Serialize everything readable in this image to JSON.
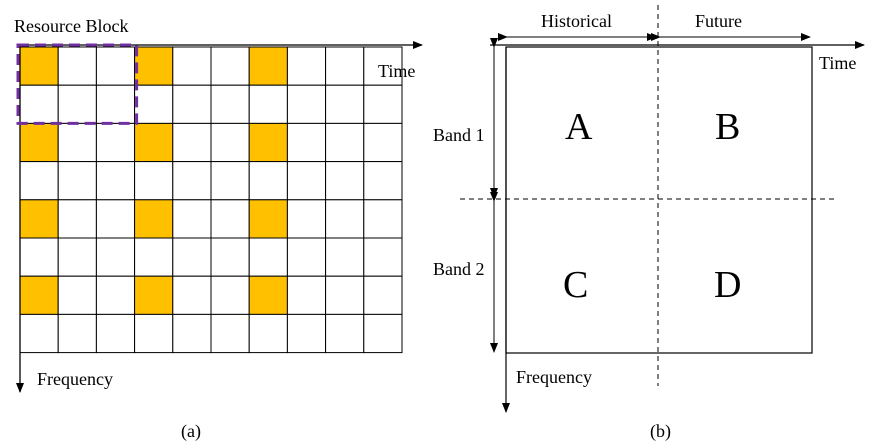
{
  "panel_a": {
    "title": "Resource Block",
    "time_label": "Time",
    "frequency_label": "Frequency",
    "caption": "(a)",
    "grid": {
      "rows": 8,
      "cols": 10
    },
    "pilot_rows": [
      0,
      2,
      4,
      6
    ],
    "pilot_cols": [
      0,
      3,
      6
    ],
    "resource_block": {
      "rows": 2,
      "cols": 3
    }
  },
  "panel_b": {
    "historical_label": "Historical",
    "future_label": "Future",
    "time_label": "Time",
    "frequency_label": "Frequency",
    "band1_label": "Band 1",
    "band2_label": "Band 2",
    "quadrants": {
      "a": "A",
      "b": "B",
      "c": "C",
      "d": "D"
    },
    "caption": "(b)"
  },
  "colors": {
    "pilot_fill": "#FFC000",
    "block_outline": "#7030A0",
    "line": "#000000",
    "background": "#FFFFFF"
  }
}
